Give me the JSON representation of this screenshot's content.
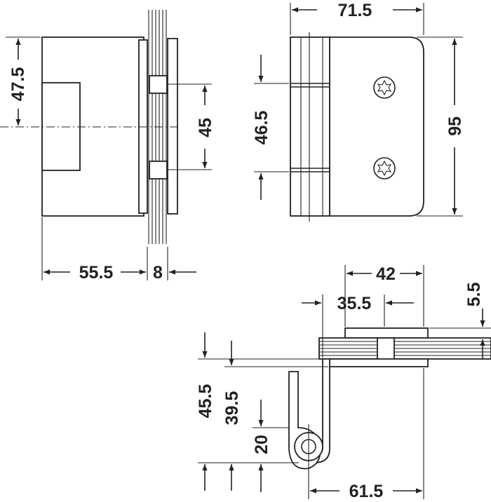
{
  "dimensions": {
    "left_height": "47.5",
    "left_pitch": "45",
    "left_width": "55.5",
    "glass_thickness": "8",
    "right_width": "71.5",
    "right_pitch": "46.5",
    "right_height": "95",
    "top_width": "42",
    "top_inner": "35.5",
    "top_thickness": "5.5",
    "side_45_5": "45.5",
    "side_39_5": "39.5",
    "pivot_20": "20",
    "bottom_width": "61.5"
  },
  "icons": {
    "screw": "torx-screw-icon"
  }
}
